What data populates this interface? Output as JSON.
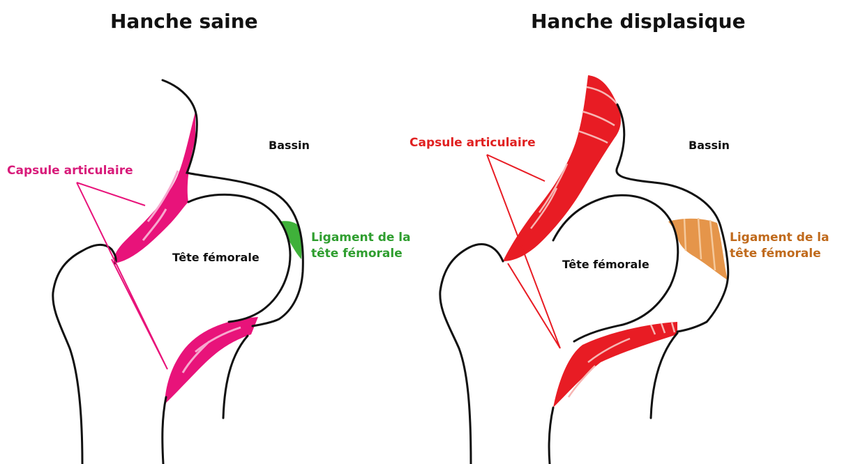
{
  "panels": [
    {
      "title": "Hanche saine",
      "labels": {
        "capsule": "Capsule articulaire",
        "bassin": "Bassin",
        "tete": "Tête fémorale",
        "ligament_line1": "Ligament de la",
        "ligament_line2": "tête fémorale"
      },
      "colors": {
        "capsule": "#e8137a",
        "ligament": "#3fb13a",
        "outline": "#111111"
      }
    },
    {
      "title": "Hanche displasique",
      "labels": {
        "capsule": "Capsule articulaire",
        "bassin": "Bassin",
        "tete": "Tête fémorale",
        "ligament_line1": "Ligament de la",
        "ligament_line2": "tête fémorale"
      },
      "colors": {
        "capsule": "#e81c24",
        "ligament": "#e5954a",
        "outline": "#111111"
      }
    }
  ]
}
